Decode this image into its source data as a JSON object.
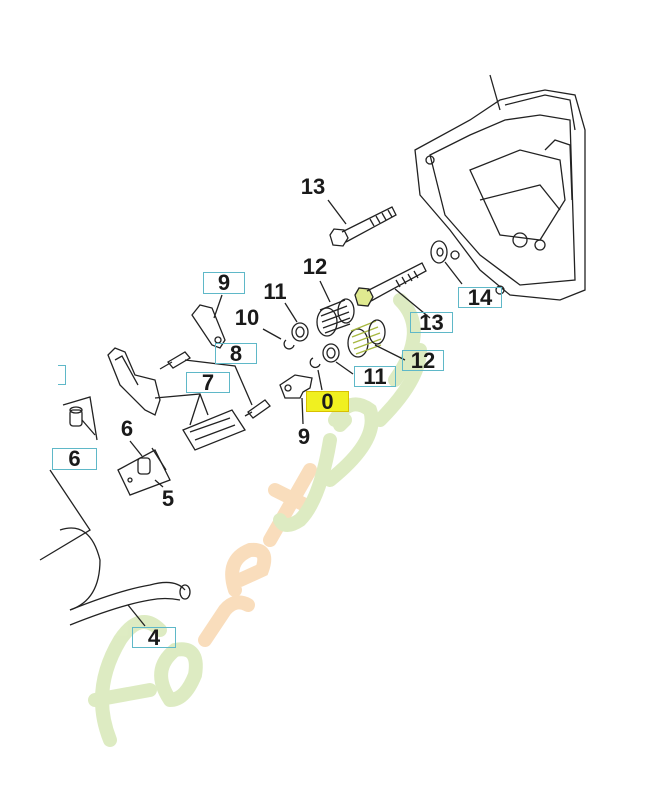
{
  "diagram": {
    "watermark": {
      "part1": "fo",
      "part2": "ret",
      "part3": "jardin"
    },
    "callouts": {
      "label_13_top": "13",
      "label_12_top": "12",
      "label_11_top": "11",
      "label_10": "10",
      "label_9_bottom": "9",
      "label_6_top": "6",
      "label_5": "5"
    },
    "boxed_callouts": {
      "ref_9": "9",
      "ref_8": "8",
      "ref_7": "7",
      "ref_6": "6",
      "ref_4": "4",
      "ref_14": "14",
      "ref_13": "13",
      "ref_12": "12",
      "ref_11": "11",
      "ref_0": "0"
    },
    "highlight_color": "#f0f020",
    "box_color": "#5fb8c8"
  }
}
